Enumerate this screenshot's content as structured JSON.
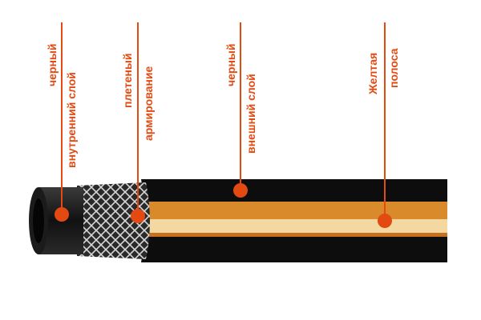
{
  "diagram": {
    "colors": {
      "accent": "#e34a12",
      "hose_black": "#0d0d0d",
      "stripe_orange": "#d98a2a",
      "stripe_cream": "#f3d9a1",
      "braid": "#cfcfcf",
      "background": "#ffffff"
    },
    "labels": [
      {
        "id": "inner-layer",
        "lines": [
          "черный",
          "внутренний слой"
        ]
      },
      {
        "id": "braided-reinforcement",
        "lines": [
          "плетеный",
          "армирование"
        ]
      },
      {
        "id": "outer-layer",
        "lines": [
          "черный",
          "внешний слой"
        ]
      },
      {
        "id": "yellow-stripe",
        "lines": [
          "Желтая",
          "полоса"
        ]
      }
    ]
  }
}
